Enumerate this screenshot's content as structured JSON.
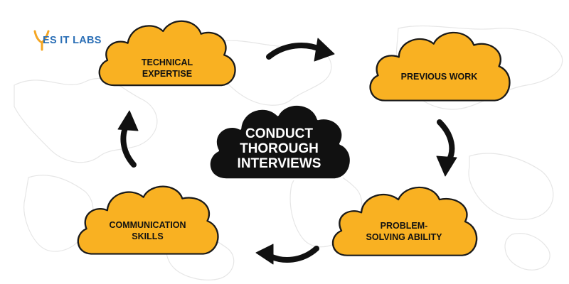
{
  "logo": {
    "text": "ES IT LABS",
    "mark_color": "#f5a623",
    "text_color": "#2b6fb6"
  },
  "colors": {
    "cloud_fill": "#f9b122",
    "cloud_outline": "#1a1a1a",
    "center_fill": "#111111",
    "center_outline": "#ffffff",
    "arrow_color": "#111111",
    "map_line": "#e6e6e6"
  },
  "center": {
    "label": "CONDUCT\nTHOROUGH\nINTERVIEWS"
  },
  "nodes": [
    {
      "id": "technical-expertise",
      "label": "TECHNICAL\nEXPERTISE"
    },
    {
      "id": "previous-work",
      "label": "PREVIOUS WORK"
    },
    {
      "id": "problem-solving-ability",
      "label": "PROBLEM-\nSOLVING ABILITY"
    },
    {
      "id": "communication-skills",
      "label": "COMMUNICATION\nSKILLS"
    }
  ],
  "edges": [
    {
      "from": "technical-expertise",
      "to": "previous-work"
    },
    {
      "from": "previous-work",
      "to": "problem-solving-ability"
    },
    {
      "from": "problem-solving-ability",
      "to": "communication-skills"
    },
    {
      "from": "communication-skills",
      "to": "technical-expertise"
    }
  ]
}
